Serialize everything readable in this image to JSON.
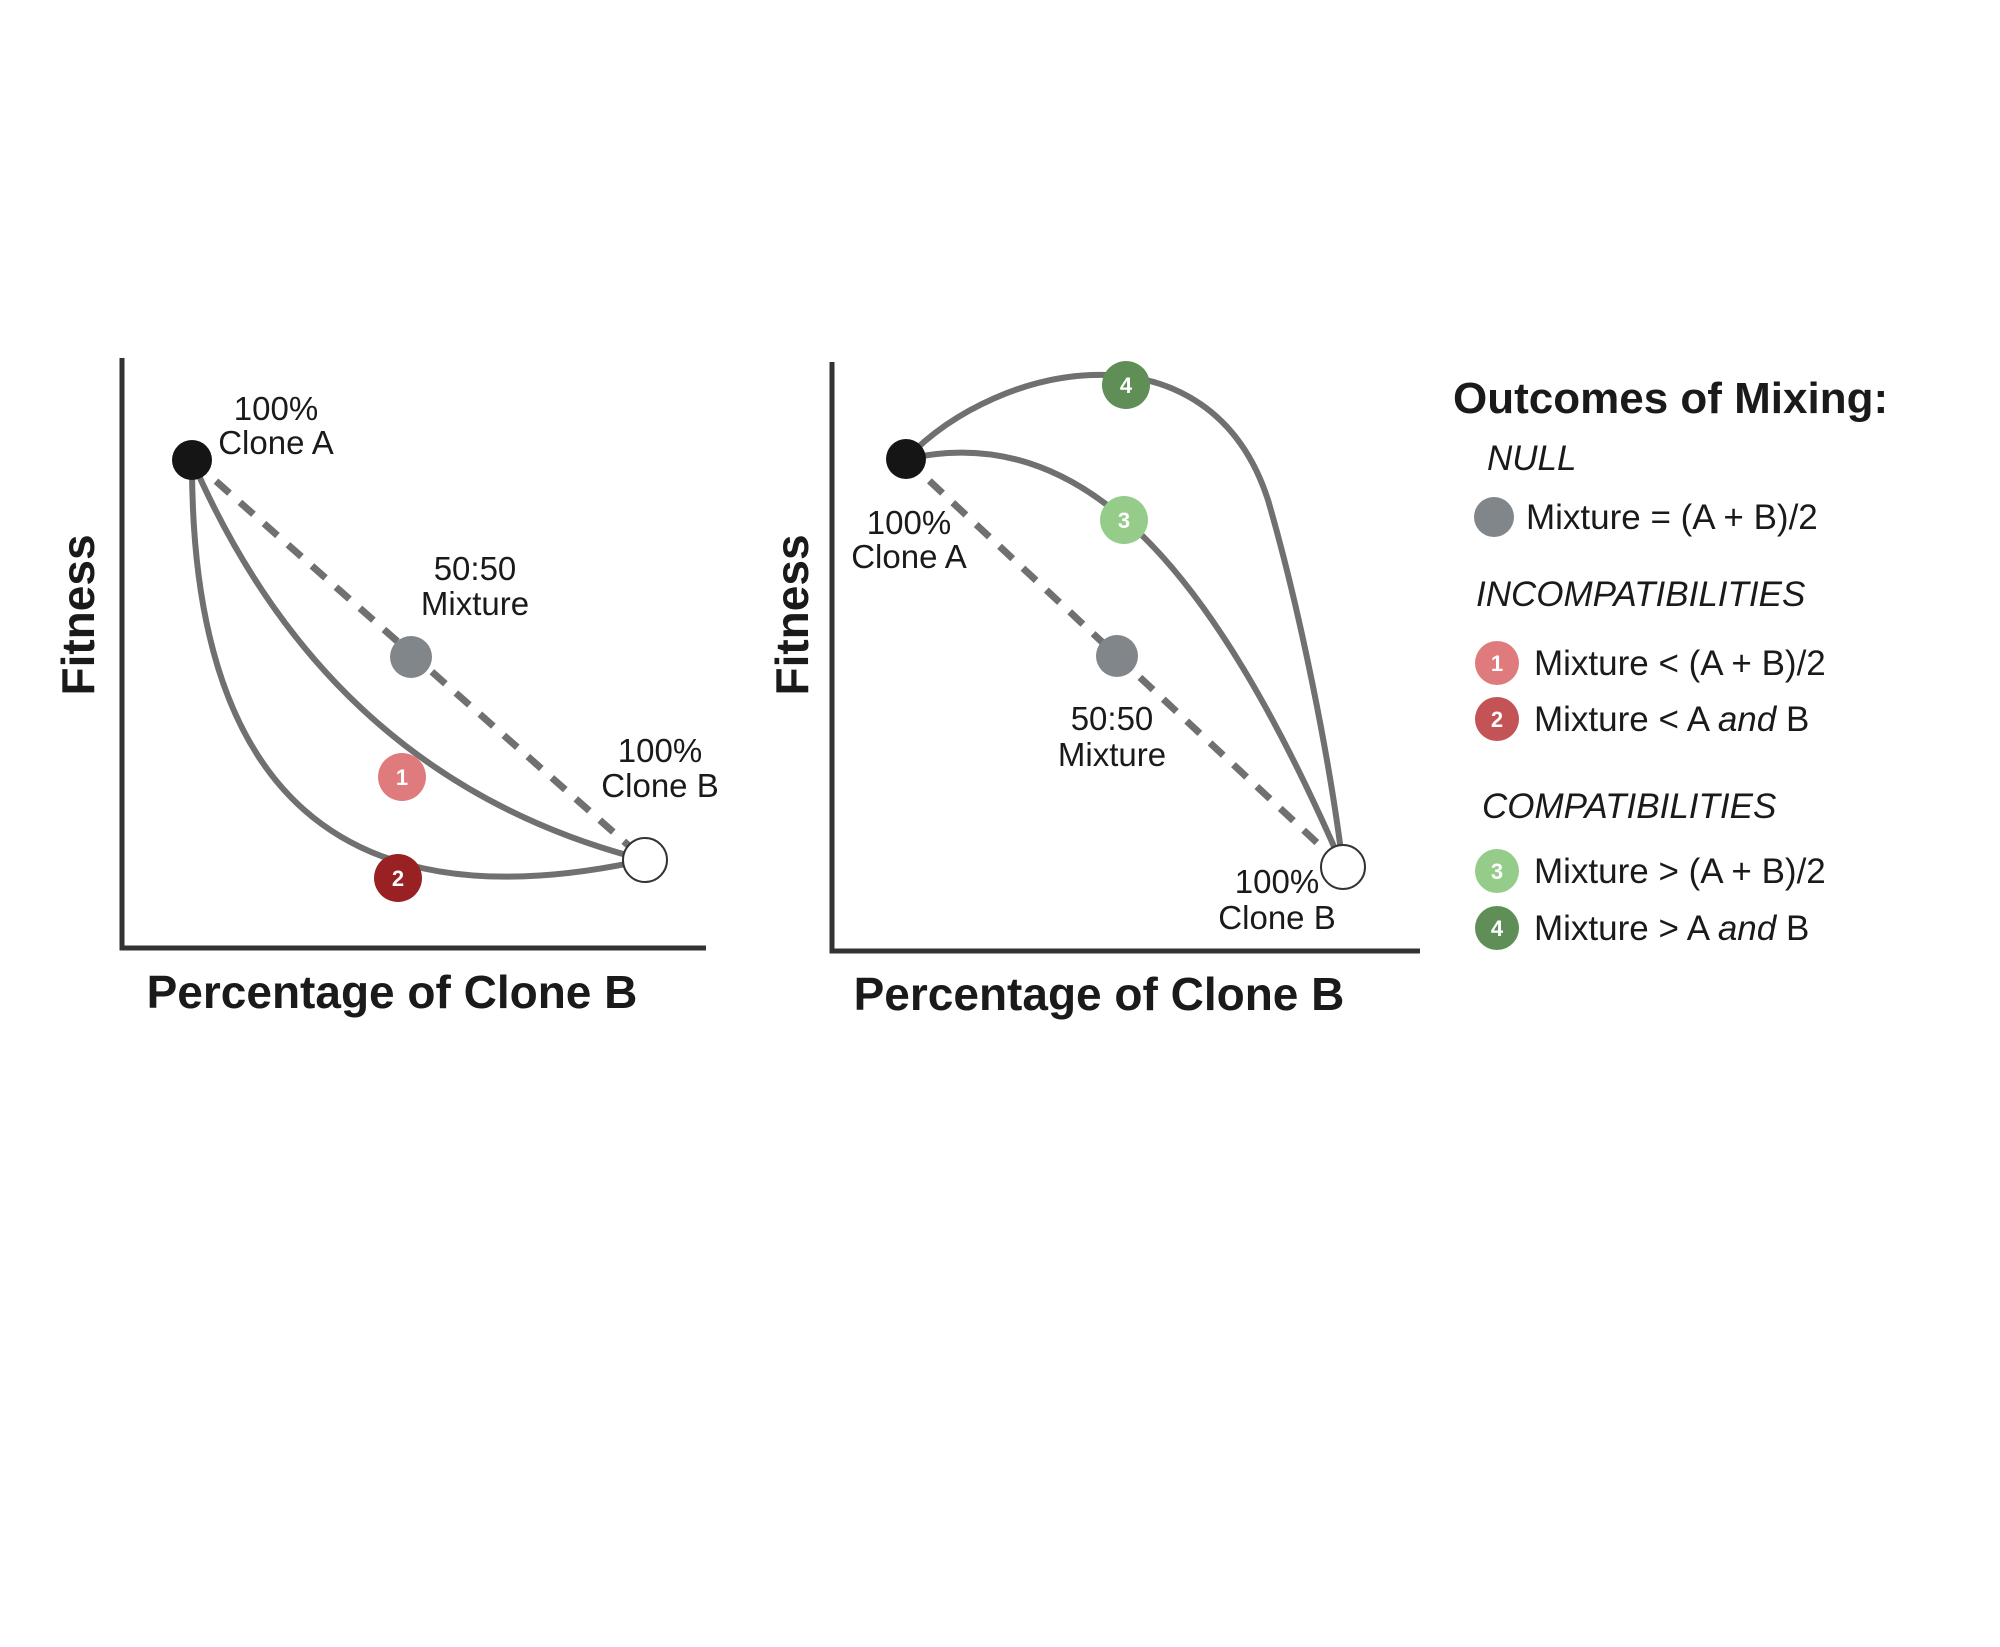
{
  "colors": {
    "axis": "#333333",
    "curve": "#707070",
    "clone_a": "#151515",
    "clone_b": "#ffffff",
    "null_point": "#80868a",
    "outcome_1": "#e07b7d",
    "outcome_2": "#992124",
    "outcome_2_legend": "#c45356",
    "outcome_3": "#96cc8a",
    "outcome_4": "#5f8f57"
  },
  "panel_left": {
    "y_axis_label": "Fitness",
    "x_axis_label": "Percentage of Clone B",
    "clone_a_label": [
      "100%",
      "Clone A"
    ],
    "mixture_label": [
      "50:50",
      "Mixture"
    ],
    "clone_b_label": [
      "100%",
      "Clone B"
    ],
    "badges": [
      "1",
      "2"
    ]
  },
  "panel_right": {
    "y_axis_label": "Fitness",
    "x_axis_label": "Percentage of Clone B",
    "clone_a_label": [
      "100%",
      "Clone A"
    ],
    "mixture_label": [
      "50:50",
      "Mixture"
    ],
    "clone_b_label": [
      "100%",
      "Clone B"
    ],
    "badges": [
      "3",
      "4"
    ]
  },
  "legend": {
    "title": "Outcomes of Mixing:",
    "null_heading": "NULL",
    "null_item": "Mixture = (A + B)/2",
    "incompat_heading": "INCOMPATIBILITIES",
    "item1": {
      "badge": "1",
      "text": "Mixture < (A + B)/2"
    },
    "item2": {
      "badge": "2",
      "pre": "Mixture < A ",
      "italic": "and",
      "post": " B"
    },
    "compat_heading": "COMPATIBILITIES",
    "item3": {
      "badge": "3",
      "text": "Mixture > (A + B)/2"
    },
    "item4": {
      "badge": "4",
      "pre": "Mixture > A ",
      "italic": "and",
      "post": " B"
    }
  }
}
